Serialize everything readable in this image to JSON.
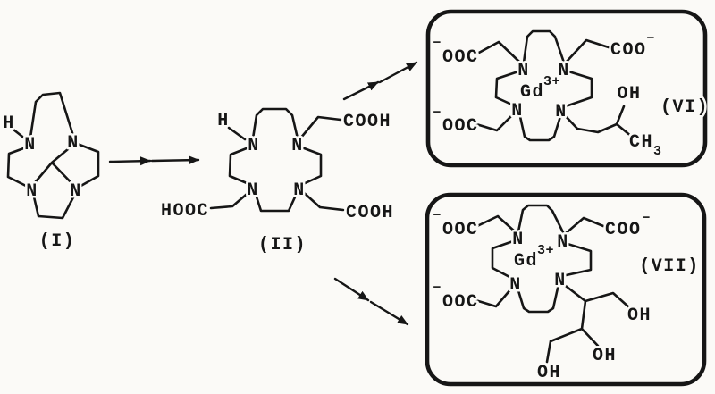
{
  "page": {
    "background": "#fbfaf7",
    "ink": "#161616"
  },
  "scheme": {
    "atom_n": "N",
    "atom_h": "H",
    "compound_I": {
      "label": "(I)"
    },
    "compound_II": {
      "label": "(II)",
      "acid_top_right": "COOH",
      "acid_bottom_left": "HOOC",
      "acid_bottom_right": "COOH"
    },
    "complex_VI": {
      "label": "(VI)",
      "metal": "Gd",
      "metal_charge": "3+",
      "minus": "−",
      "carboxylate_tl": "OOC",
      "carboxylate_tr": "COO",
      "carboxylate_bl": "OOC",
      "hydroxyl": "OH",
      "methyl": "CH",
      "methyl_subscript": "3"
    },
    "complex_VII": {
      "label": "(VII)",
      "metal": "Gd",
      "metal_charge": "3+",
      "minus": "−",
      "carboxylate_tl": "OOC",
      "carboxylate_tr": "COO",
      "carboxylate_bl": "OOC",
      "hydroxyl_1": "OH",
      "hydroxyl_2": "OH",
      "hydroxyl_3": "OH"
    }
  }
}
